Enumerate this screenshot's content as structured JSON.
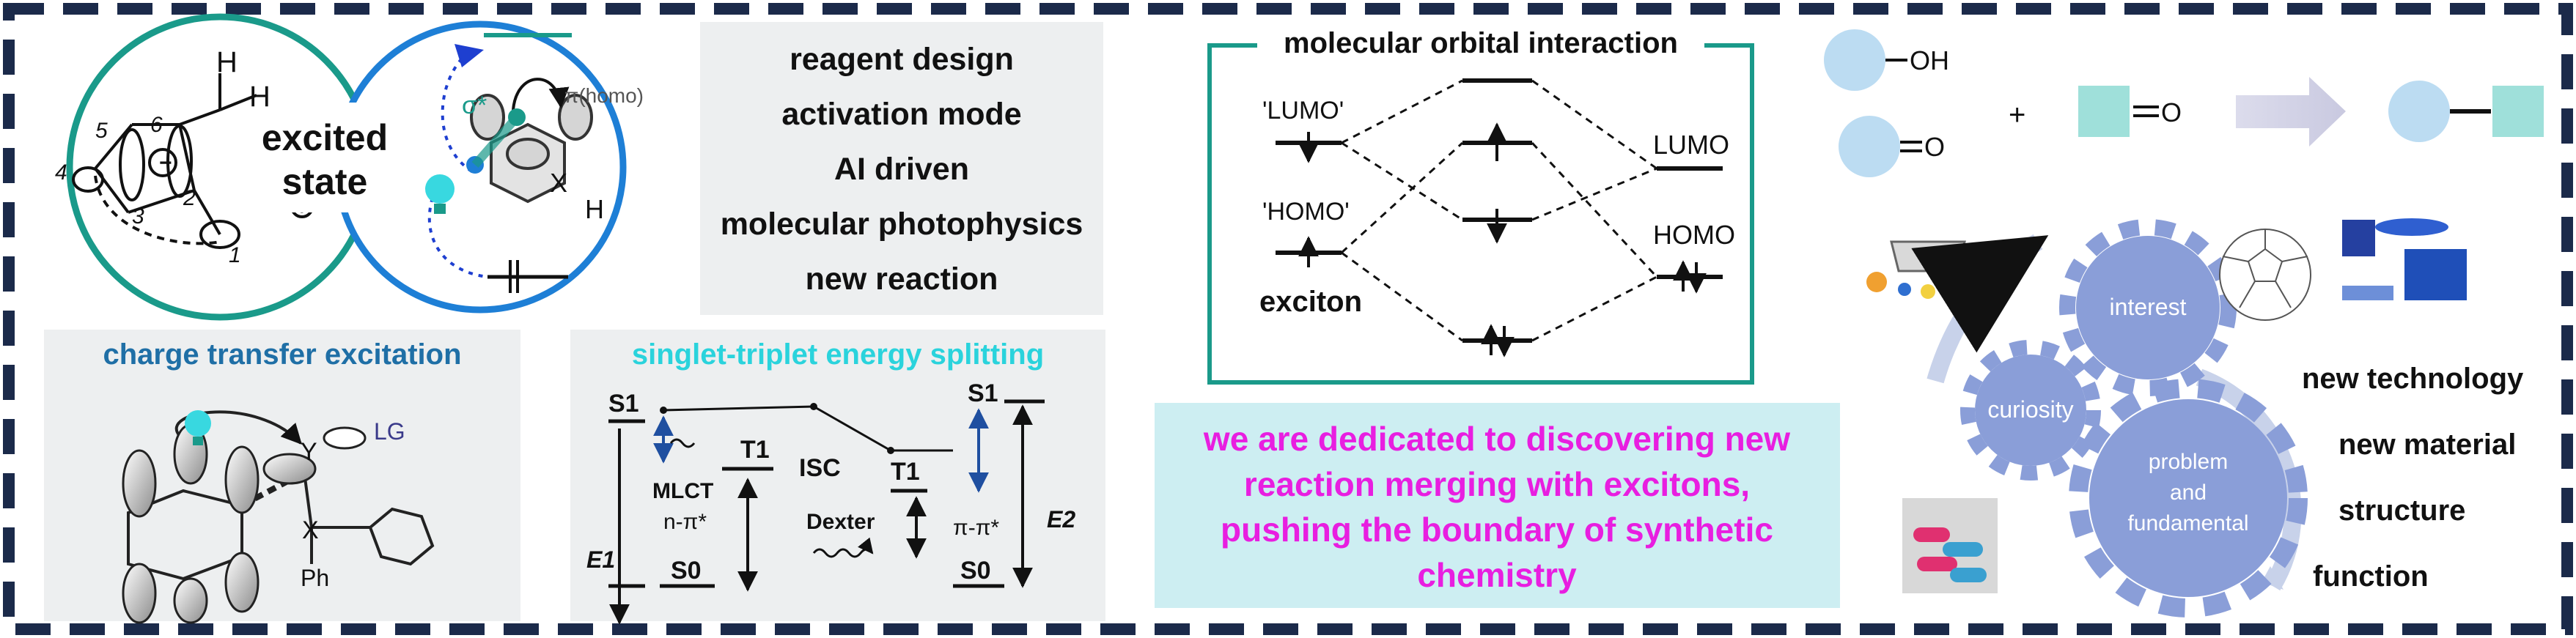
{
  "excited_state": {
    "title_line1": "excited",
    "title_line2": "state",
    "h_label": "H",
    "sigma_star": "σ*",
    "pi_homo": "π(homo)",
    "x_label": "X",
    "h2_label": "H",
    "ring_numbers": [
      "1",
      "2",
      "3",
      "4",
      "5",
      "6"
    ]
  },
  "topics": [
    "reagent design",
    "activation mode",
    "AI driven",
    "molecular photophysics",
    "new reaction"
  ],
  "charge_transfer": {
    "title": "charge transfer excitation",
    "y_label": "Y",
    "lg_label": "LG",
    "x_label": "X",
    "ph_label": "Ph"
  },
  "singlet_triplet": {
    "title": "singlet-triplet energy splitting",
    "s1": "S1",
    "t1": "T1",
    "s0": "S0",
    "isc": "ISC",
    "mlct": "MLCT",
    "n_pi": "n-π*",
    "dexter": "Dexter",
    "pi_pi": "π-π*",
    "e1": "E1",
    "e2": "E2"
  },
  "mo": {
    "title": "molecular orbital interaction",
    "lumo_q": "'LUMO'",
    "homo_q": "'HOMO'",
    "exciton": "exciton",
    "lumo": "LUMO",
    "homo": "HOMO"
  },
  "mission": [
    "we are dedicated to discovering new",
    "reaction merging with excitons,",
    "pushing the boundary of synthetic",
    "chemistry"
  ],
  "reaction": {
    "oh": "OH",
    "o1": "O",
    "o2": "O",
    "plus": "+"
  },
  "gears": [
    "interest",
    "curiosity",
    "problem",
    "and",
    "fundamental"
  ],
  "outcomes": [
    "new technology",
    "new material",
    "structure",
    "function"
  ],
  "colors": {
    "teal": "#1a9a8a",
    "blue": "#1e7fd6",
    "magenta": "#e81ee0",
    "cyan_title": "#2ad3dc",
    "ct_title": "#1f6fa6",
    "gear": "#8a9ed8",
    "light_blue": "#bcdcf2",
    "teal_square": "#9fe0da",
    "mission_bg": "#cdeef2"
  }
}
